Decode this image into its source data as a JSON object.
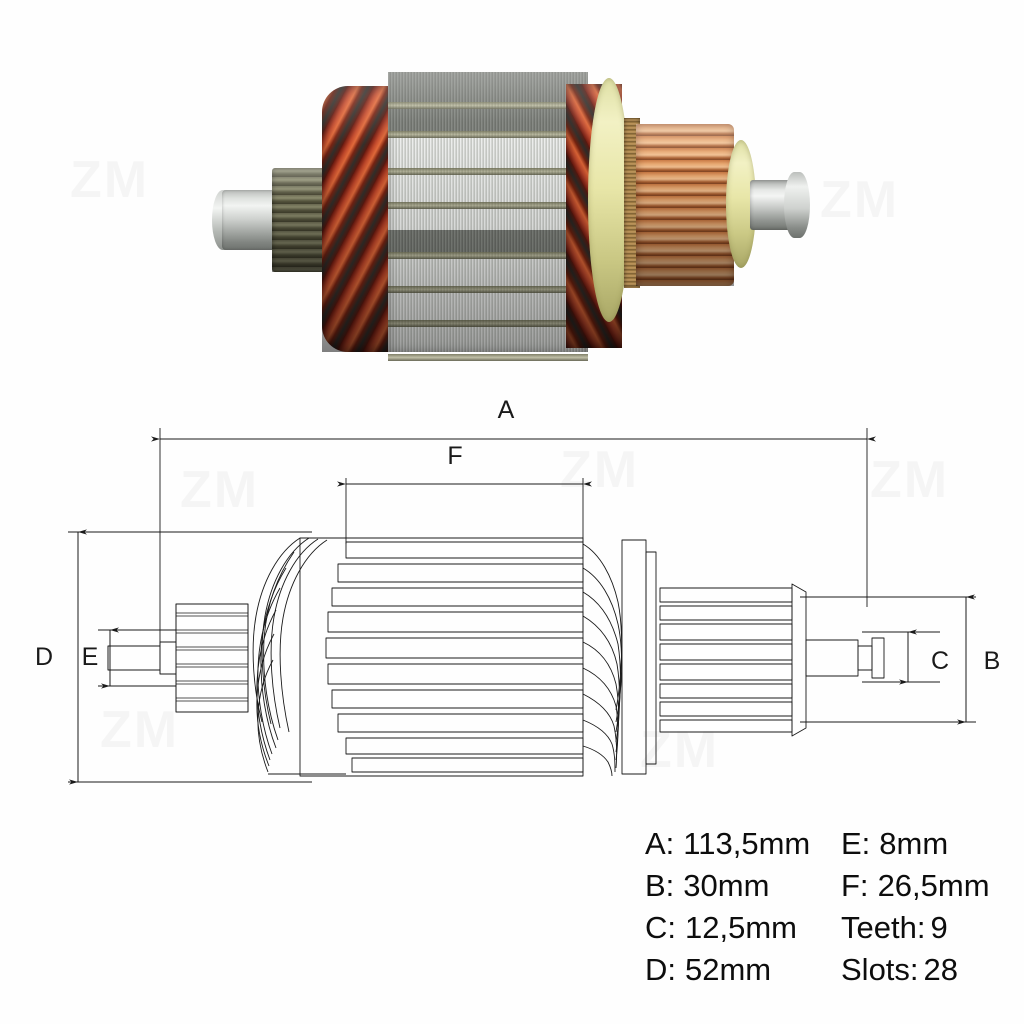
{
  "product": {
    "name": "starter-motor-armature",
    "photo_caption": "Starter motor armature with pinion gear, laminated core, copper windings and commutator"
  },
  "photo": {
    "components": [
      {
        "name": "drive-shaft-end",
        "material": "polished steel"
      },
      {
        "name": "pinion-gear",
        "material": "hardened steel",
        "teeth": 9
      },
      {
        "name": "armature-windings",
        "material": "copper"
      },
      {
        "name": "laminated-core",
        "material": "electrical steel",
        "slots": 28
      },
      {
        "name": "insulator-ring-front",
        "material": "glass fibre"
      },
      {
        "name": "commutator",
        "material": "copper"
      },
      {
        "name": "insulator-ring-rear",
        "material": "glass fibre"
      },
      {
        "name": "bearing-journal",
        "material": "polished steel"
      }
    ],
    "colors": {
      "winding": "#b8452a",
      "core": "#d6d8d4",
      "commutator": "#d6934f",
      "insulator": "#e8e6a8",
      "shaft": "#c2c5c2",
      "pinion": "#57563f"
    }
  },
  "drawing": {
    "title": "armature-dimension-drawing",
    "dimension_labels": {
      "a": "A",
      "b": "B",
      "c": "C",
      "d": "D",
      "e": "E",
      "f": "F"
    },
    "line_color": "#1a1a1a"
  },
  "specs": {
    "rows": [
      {
        "key": "A:",
        "value": "113,5mm"
      },
      {
        "key": "E:",
        "value": "8mm"
      },
      {
        "key": "B:",
        "value": "30mm"
      },
      {
        "key": "F:",
        "value": "26,5mm"
      },
      {
        "key": "C:",
        "value": "12,5mm"
      },
      {
        "key": "Teeth:",
        "value": "9"
      },
      {
        "key": "D:",
        "value": "52mm"
      },
      {
        "key": "Slots:",
        "value": "28"
      }
    ]
  },
  "watermark": {
    "text": "ZM"
  }
}
